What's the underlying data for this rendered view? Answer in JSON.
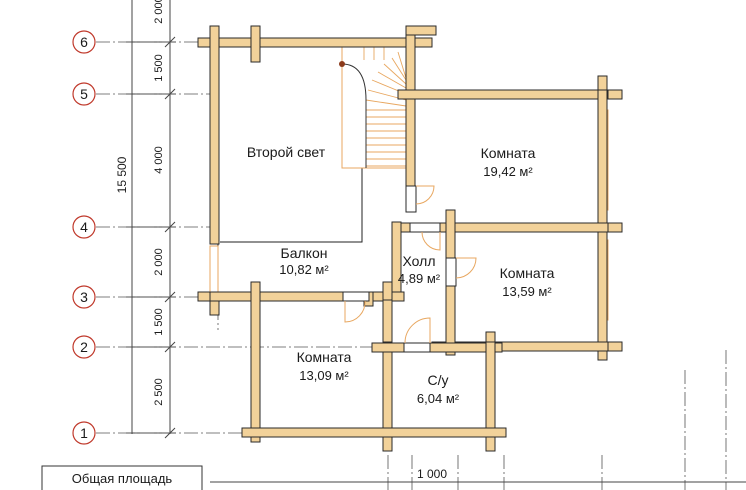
{
  "colors": {
    "wall": "#f2d29a",
    "wall_edge": "#2a2a2a",
    "axis_line": "#555555",
    "axis_marker": "#c0392b",
    "window": "#f2d29a",
    "stair": "#e8a760"
  },
  "axis_markers": [
    {
      "label": "6"
    },
    {
      "label": "5"
    },
    {
      "label": "4"
    },
    {
      "label": "3"
    },
    {
      "label": "2"
    },
    {
      "label": "1"
    }
  ],
  "dimensions": {
    "total": "15 500",
    "segments": [
      "2 000",
      "1 500",
      "4 000",
      "2 000",
      "1 500",
      "2 500"
    ],
    "bottom": [
      "1 000"
    ]
  },
  "rooms": {
    "second_light": {
      "name": "Второй свет"
    },
    "balcony": {
      "name": "Балкон",
      "area": "10,82 м²"
    },
    "room_top_right": {
      "name": "Комната",
      "area": "19,42 м²"
    },
    "hall": {
      "name": "Холл",
      "area": "4,89 м²"
    },
    "room_mid_right": {
      "name": "Комната",
      "area": "13,59 м²"
    },
    "room_bottom_left": {
      "name": "Комната",
      "area": "13,09 м²"
    },
    "bathroom": {
      "name": "С/у",
      "area": "6,04 м²"
    }
  },
  "legend": {
    "total_area_label": "Общая площадь"
  }
}
